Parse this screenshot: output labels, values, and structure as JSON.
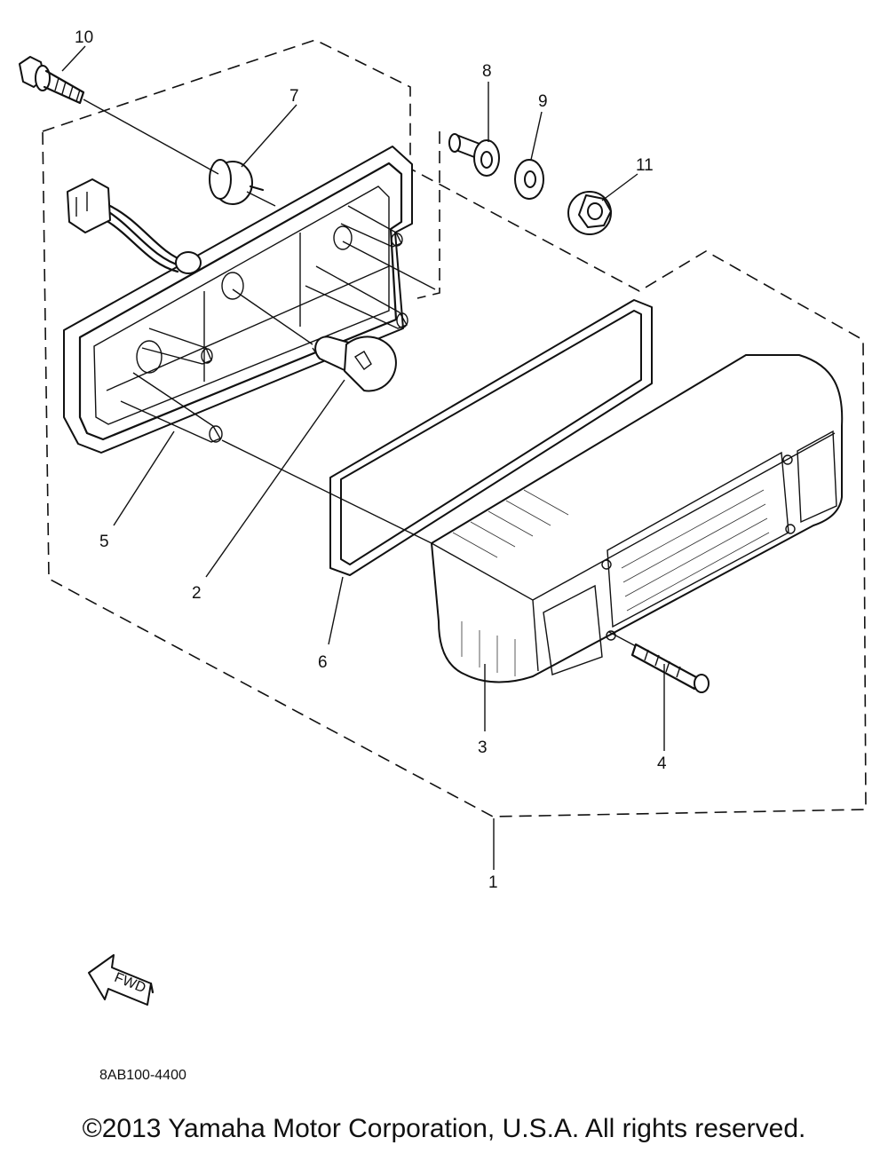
{
  "diagram": {
    "callouts": {
      "c1": "1",
      "c2": "2",
      "c3": "3",
      "c4": "4",
      "c5": "5",
      "c6": "6",
      "c7": "7",
      "c8": "8",
      "c9": "9",
      "c10": "10",
      "c11": "11"
    },
    "fwd_label": "FWD",
    "drawing_code": "8AB100-4400"
  },
  "footer": {
    "copyright": "©2013 Yamaha Motor Corporation, U.S.A. All rights reserved."
  }
}
